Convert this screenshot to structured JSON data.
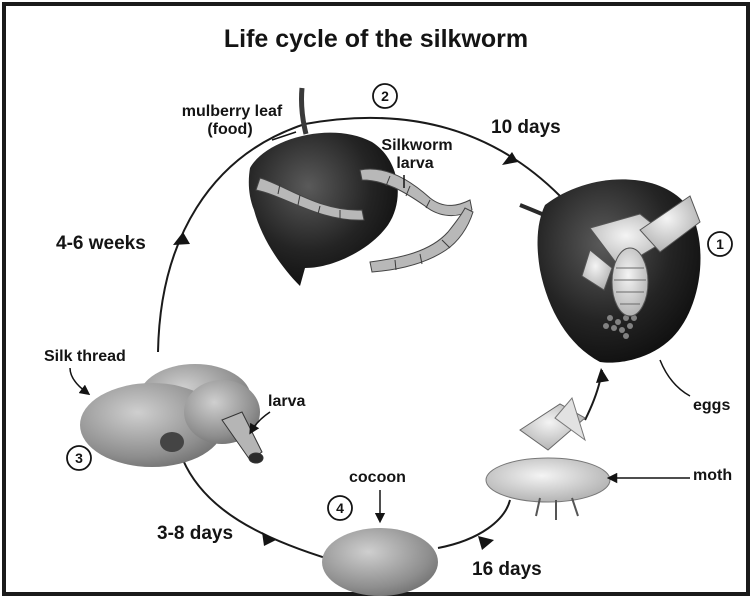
{
  "title": "Life cycle of the silkworm",
  "stages": [
    {
      "number": "1",
      "labels": [
        "eggs"
      ]
    },
    {
      "number": "2",
      "labels": [
        "mulberry leaf",
        "(food)",
        "Silkworm",
        "larva"
      ]
    },
    {
      "number": "3",
      "labels": [
        "Silk thread",
        "larva"
      ]
    },
    {
      "number": "4",
      "labels": [
        "cocoon"
      ]
    },
    {
      "number": "",
      "labels": [
        "moth"
      ]
    }
  ],
  "durations": [
    "10 days",
    "4-6 weeks",
    "3-8 days",
    "16 days"
  ],
  "colors": {
    "ink": "#141414",
    "background": "#ffffff",
    "frame": "#1a1a1a"
  }
}
